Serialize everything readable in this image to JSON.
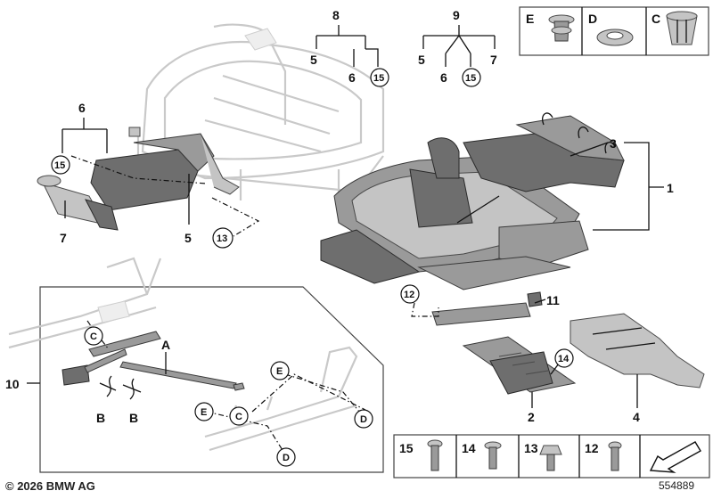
{
  "labels": {
    "l1": "1",
    "l2": "2",
    "l3": "3",
    "l4": "4",
    "l5a": "5",
    "l5b": "5",
    "l5c": "5",
    "l6a": "6",
    "l6b": "6",
    "l6c": "6",
    "l7a": "7",
    "l7b": "7",
    "l8": "8",
    "l9": "9",
    "l10": "10",
    "l11": "11",
    "l12": "12",
    "l13": "13",
    "l14": "14",
    "l15a": "15",
    "l15b": "15",
    "l15c": "15",
    "lA": "A",
    "lB1": "B",
    "lB2": "B",
    "lC1": "C",
    "lC2": "C",
    "lD1": "D",
    "lD2": "D",
    "lE1": "E",
    "lE2": "E"
  },
  "top_legend": {
    "E": "E",
    "D": "D",
    "C": "C"
  },
  "bottom_legend": {
    "b15": "15",
    "b14": "14",
    "b13": "13",
    "b12": "12"
  },
  "footer": {
    "copyright": "© 2026 BMW AG",
    "diagram_number": "554889"
  }
}
